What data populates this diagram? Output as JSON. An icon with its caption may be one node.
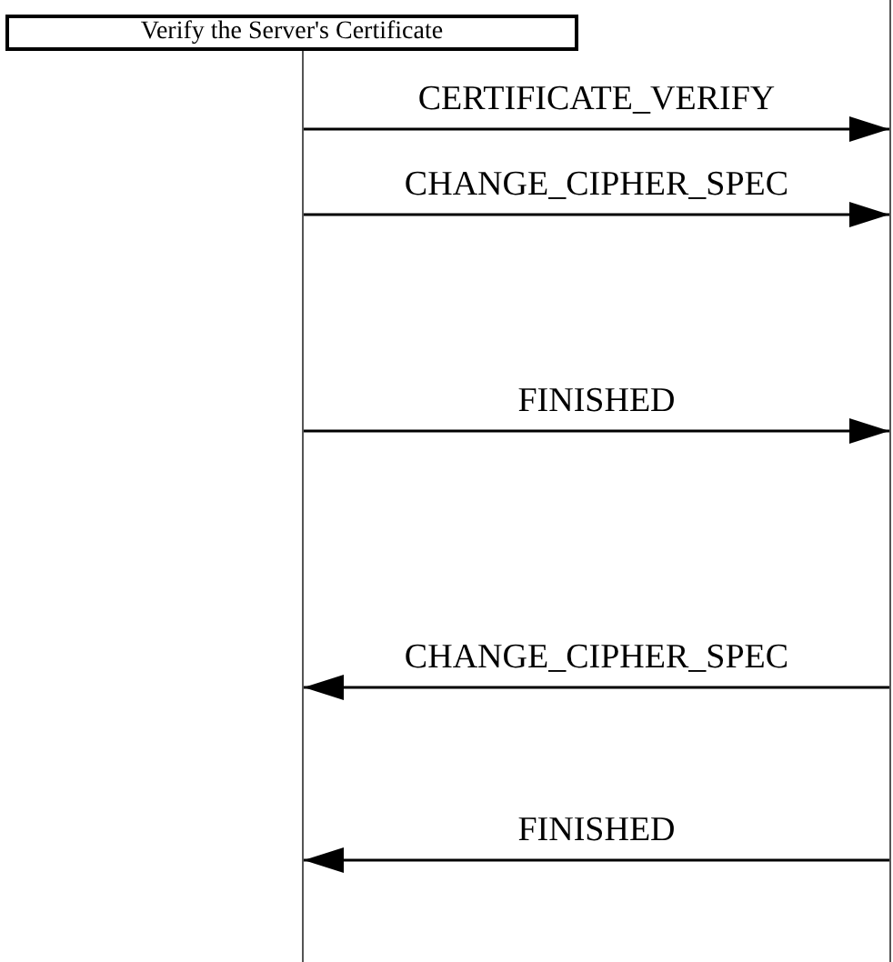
{
  "diagram": {
    "nodes": [
      {
        "text": [
          "Verify the Server's Certificate"
        ]
      },
      {
        "text": [],
        "shape": "bar"
      },
      {
        "text": [],
        "shape": "bar"
      }
    ],
    "edges": [
      {
        "from": 1,
        "to": 2,
        "arrow": "to",
        "label": "CERTIFICATE_VERIFY"
      },
      {
        "from": 1,
        "to": 2,
        "arrow": "to",
        "label": "CHANGE_CIPHER_SPEC"
      },
      {
        "from": 1,
        "to": 2,
        "arrow": "to",
        "label": "FINISHED"
      },
      {
        "from": 2,
        "to": 1,
        "arrow": "to",
        "label": "CHANGE_CIPHER_SPEC"
      },
      {
        "from": 2,
        "to": 1,
        "arrow": "to",
        "label": "FINISHED"
      }
    ]
  }
}
